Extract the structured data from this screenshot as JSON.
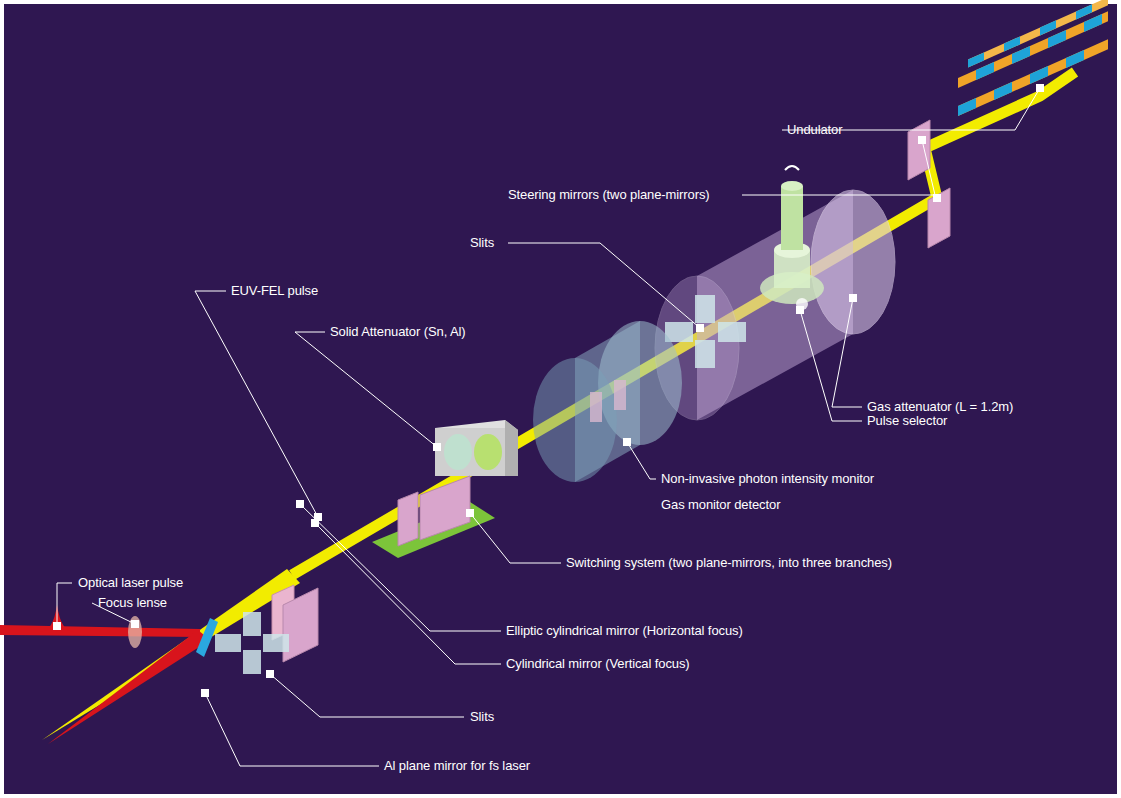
{
  "diagram": {
    "labels": [
      "Undulator",
      "Steering mirrors (two plane-mirrors)",
      "Slits",
      "EUV-FEL pulse",
      "Solid Attenuator (Sn, Al)",
      "Gas attenuator (L = 1.2m)",
      "Pulse selector",
      "Non-invasive photon intensity monitor",
      "Gas monitor detector",
      "Switching system (two plane-mirrors, into three branches)",
      "Elliptic cylindrical mirror (Horizontal focus)",
      "Cylindrical mirror (Vertical focus)",
      "Slits",
      "Al plane mirror for fs laser",
      "Optical laser pulse",
      "Focus lense"
    ]
  }
}
